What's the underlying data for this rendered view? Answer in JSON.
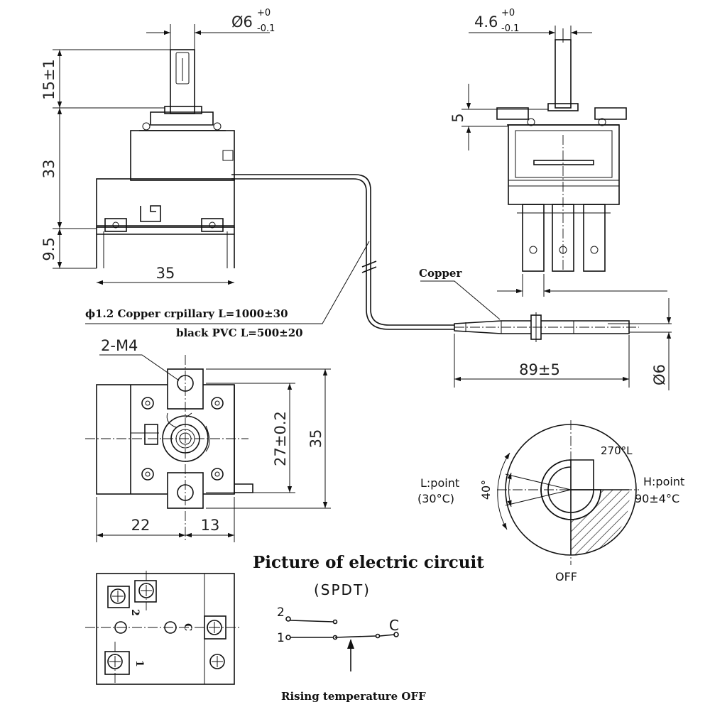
{
  "dimensions": {
    "shaft_dia": "Ø6",
    "shaft_dia_tol_upper": "+0",
    "shaft_dia_tol_lower": "-0.1",
    "shaft_flat": "4.6",
    "shaft_flat_tol_upper": "+0",
    "shaft_flat_tol_lower": "-0.1",
    "shaft_length": "15±1",
    "body_height": "33",
    "base_height": "9.5",
    "body_width": "35",
    "collar_height": "5",
    "mount_thread": "2-M4",
    "hole_spacing": "27±0.2",
    "plate_height": "35",
    "offset_left": "22",
    "offset_right": "13",
    "bulb_length": "89±5",
    "bulb_dia": "Ø6"
  },
  "labels": {
    "capillary_line": "ϕ1.2 Copper crpillary L=1000±30",
    "pvc_line": "black PVC L=500±20",
    "copper": "Copper",
    "circuit_title": "Picture of electric circuit",
    "circuit_type": "(SPDT)",
    "rising_temp": "Rising temperature OFF"
  },
  "dial": {
    "rotation": "270°L",
    "l_point": "L:point",
    "l_point_temp": "(30°C)",
    "h_point": "H:point",
    "h_point_temp": "90±4°C",
    "off": "OFF",
    "angle": "40°"
  },
  "circuit": {
    "terminal_2": "2",
    "terminal_1": "1",
    "terminal_c": "C"
  },
  "terminal_marks": {
    "t2": "2",
    "tc": "C",
    "t1": "1"
  }
}
